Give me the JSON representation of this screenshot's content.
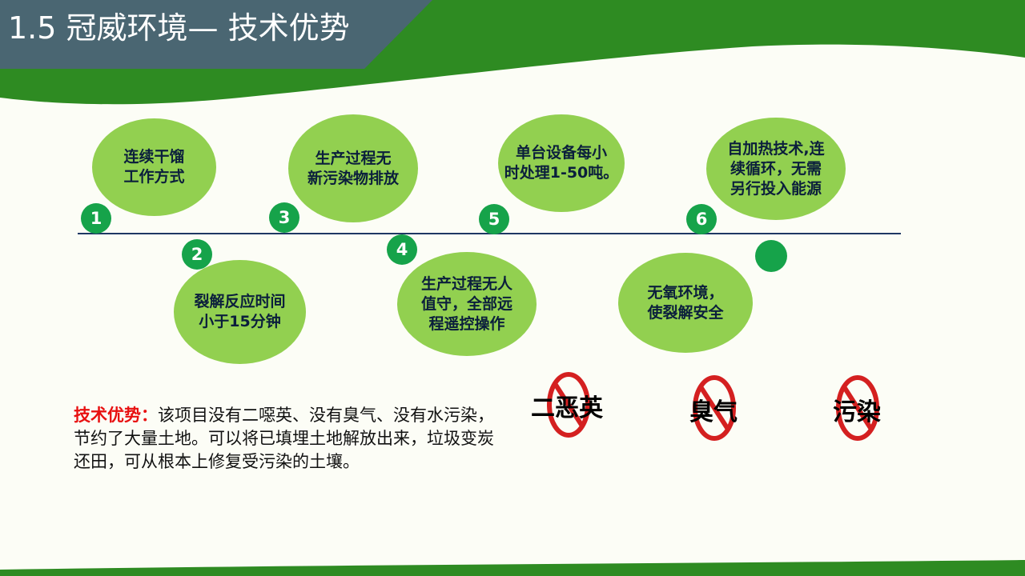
{
  "slide": {
    "title": "1.5 冠威环境— 技术优势"
  },
  "features": [
    {
      "number": "1",
      "text": "连续干馏\n工作方式"
    },
    {
      "number": "2",
      "text": "裂解反应时间\n小于15分钟"
    },
    {
      "number": "3",
      "text": "生产过程无\n新污染物排放"
    },
    {
      "number": "4",
      "text": "生产过程无人\n值守，全部远\n程遥控操作"
    },
    {
      "number": "5",
      "text": "单台设备每小\n时处理1-50吨。"
    },
    {
      "number": "6",
      "text": "无氧环境，\n使裂解安全"
    },
    {
      "number": "",
      "text": "自加热技术,连\n续循环，无需\n另行投入能源"
    }
  ],
  "advantage": {
    "label": "技术优势",
    "colon": "：",
    "text": "该项目没有二噁英、没有臭气、没有水污染，节约了大量土地。可以将已填埋土地解放出来，垃圾变炭还田，可从根本上修复受污染的土壤。"
  },
  "prohibited": [
    {
      "label": "二恶英",
      "icon": "no-symbol-icon"
    },
    {
      "label": "臭气",
      "icon": "no-symbol-icon"
    },
    {
      "label": "污染",
      "icon": "no-symbol-icon"
    }
  ],
  "colors": {
    "bubble": "#92d050",
    "number_badge": "#16a34a",
    "header_band": "#2e8b22",
    "title_bar": "#4a6672",
    "accent_red": "#e81010",
    "no_sign": "#d42020"
  }
}
